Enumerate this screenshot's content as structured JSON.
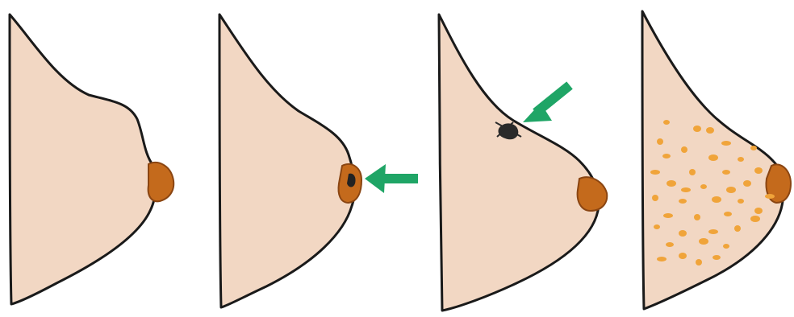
{
  "diagram": {
    "panel_count": 4,
    "panels": [
      {
        "id": "panel-1",
        "feature": "normal-outline"
      },
      {
        "id": "panel-2",
        "feature": "nipple-lesion",
        "arrow": true
      },
      {
        "id": "panel-3",
        "feature": "skin-mole",
        "arrow": true
      },
      {
        "id": "panel-4",
        "feature": "scattered-orange-spots"
      }
    ],
    "colors": {
      "skin": "#f2d7c3",
      "outline": "#1a1a1a",
      "nipple": "#c46a1c",
      "nipple_dark": "#8a4512",
      "arrow": "#1fa566",
      "spots": "#f0a43a",
      "background": "#ffffff"
    }
  }
}
